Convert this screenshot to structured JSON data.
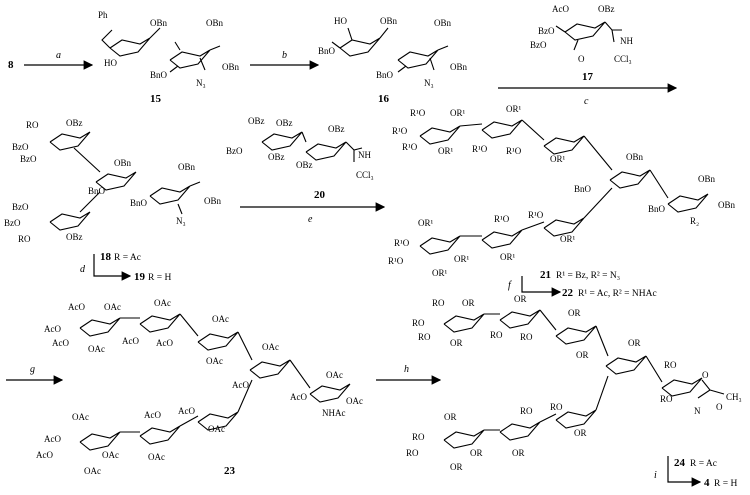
{
  "start": {
    "compound": "8"
  },
  "steps": [
    "a",
    "b",
    "c",
    "d",
    "e",
    "f",
    "g",
    "h",
    "i"
  ],
  "compounds": {
    "c15": "15",
    "c16": "16",
    "c17": "17",
    "c18": "18",
    "c19": "19",
    "c20": "20",
    "c21": "21",
    "c22": "22",
    "c23": "23",
    "c24": "24",
    "c4": "4"
  },
  "r_definitions": {
    "d18": "R = Ac",
    "d19": "R = H",
    "d21": "R¹ = Bz, R² = N₃",
    "d22": "R¹ = Ac, R² = NHAc",
    "d24": "R = Ac",
    "d4": "R = H"
  },
  "labels": {
    "ph": "Ph",
    "bn": "OBn",
    "bno": "BnO",
    "ho": "HO",
    "n3": "N₃",
    "nh": "NH",
    "ccl3": "CCl₃",
    "o": "O",
    "bz": "OBz",
    "bzo": "BzO",
    "aco": "AcO",
    "ac": "OAc",
    "ro": "RO",
    "r": "OR",
    "r1o": "R¹O",
    "r1": "OR¹",
    "r2": "R₂",
    "nhac": "NHAc",
    "n": "N",
    "ch3": "CH₃"
  }
}
